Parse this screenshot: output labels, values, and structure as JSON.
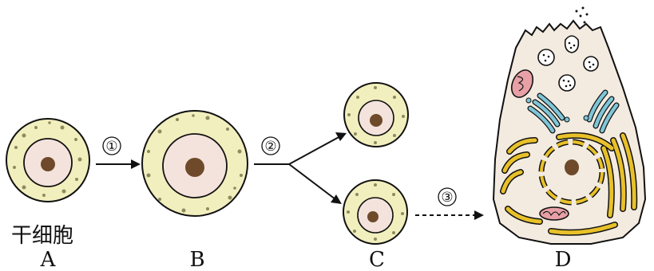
{
  "labels": {
    "stem_cell": "干细胞",
    "A": "A",
    "B": "B",
    "C": "C",
    "D": "D"
  },
  "steps": {
    "s1": "①",
    "s2": "②",
    "s3": "③"
  },
  "colors": {
    "cytoplasm": "#f2efbe",
    "nucleus_inner": "#f4e3dc",
    "nucleolus": "#6e4a2a",
    "dots": "#8d8a5e",
    "cell_d_body": "#f3ebe0",
    "er": "#e8c12a",
    "golgi": "#7fc5d8",
    "mito": "#e7a0a6",
    "outline": "#111111"
  }
}
